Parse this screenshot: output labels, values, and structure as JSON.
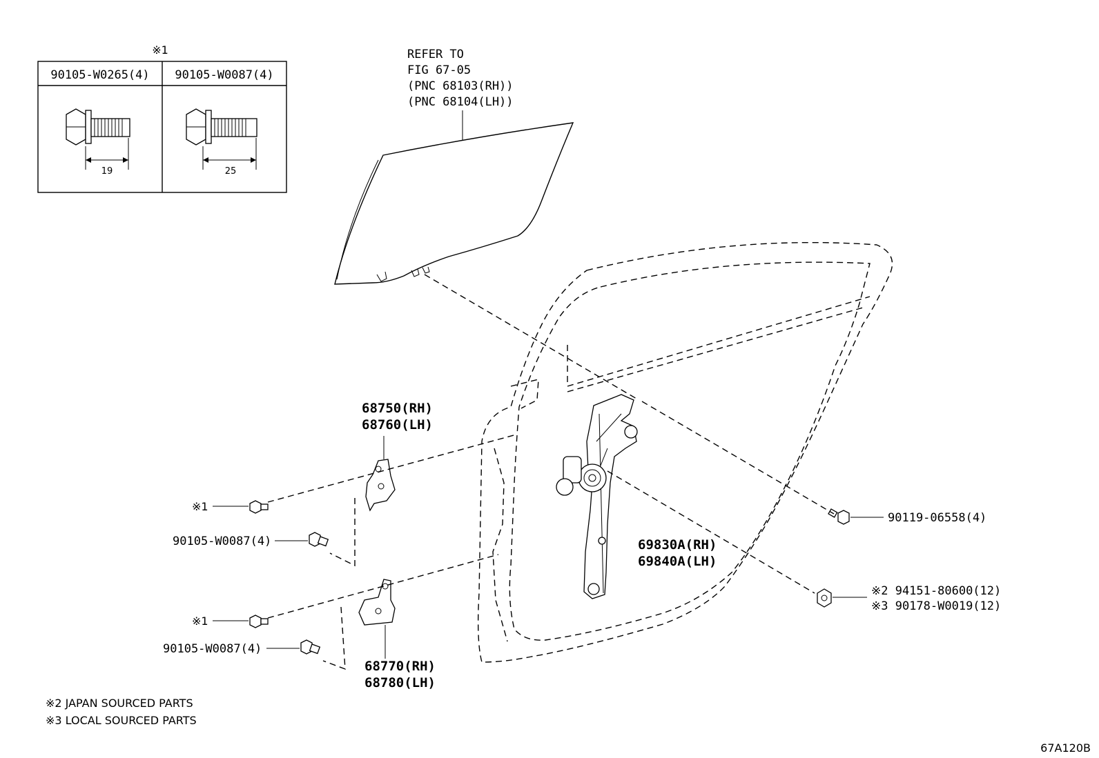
{
  "fastener_table": {
    "mark": "※1",
    "columns": [
      {
        "part": "90105-W0265(4)",
        "length": "19"
      },
      {
        "part": "90105-W0087(4)",
        "length": "25"
      }
    ]
  },
  "refer_note": [
    "REFER TO",
    "FIG 67-05",
    "(PNC 68103(RH))",
    "(PNC 68104(LH))"
  ],
  "labels": {
    "upper_hinge": [
      "68750(RH)",
      "68760(LH)"
    ],
    "lower_hinge": [
      "68770(RH)",
      "68780(LH)"
    ],
    "regulator": [
      "69830A(RH)",
      "69840A(LH)"
    ],
    "bolt_upper_mark": "※1",
    "bolt_upper_part": "90105-W0087(4)",
    "bolt_lower_mark": "※1",
    "bolt_lower_part": "90105-W0087(4)",
    "regulator_bolt": "90119-06558(4)",
    "nut_japan": "※2 94151-80600(12)",
    "nut_local": "※3 90178-W0019(12)"
  },
  "footnotes": [
    "※2  JAPAN SOURCED PARTS",
    "※3  LOCAL SOURCED PARTS"
  ],
  "figure_code": "67A120B"
}
